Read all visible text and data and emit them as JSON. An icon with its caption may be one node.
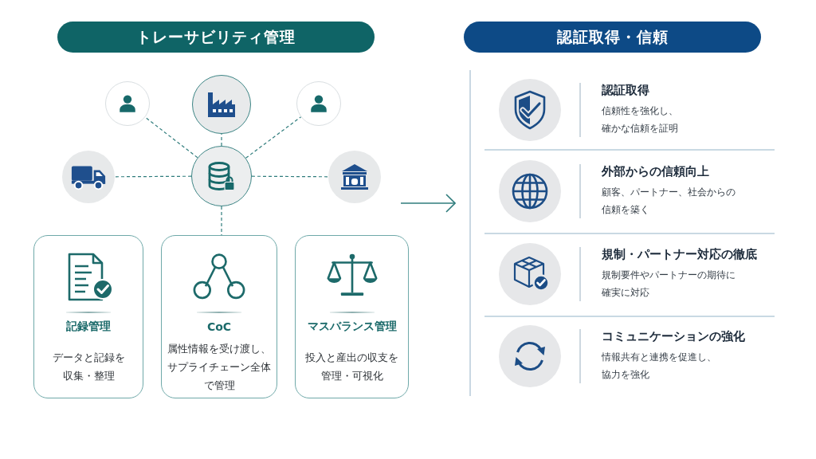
{
  "diagram": {
    "nodes": [
      {
        "text": [
          "トレーサビリティ管理"
        ]
      },
      {
        "text": [],
        "shape": "circle"
      },
      {
        "text": [],
        "shape": "circle"
      },
      {
        "text": [],
        "shape": "circle"
      },
      {
        "text": [],
        "shape": "circle"
      },
      {
        "text": [],
        "shape": "circle"
      },
      {
        "text": [],
        "shape": "circle"
      },
      {
        "text": [
          "記録管理",
          "データと記録を収集・整理"
        ]
      },
      {
        "text": [
          "CoC",
          "属性情報を受け渡し、サプライチェーン全体で管理"
        ]
      },
      {
        "text": [
          "マスバランス管理",
          "投入と産出の収支を管理・可視化"
        ]
      },
      {
        "text": [
          "認証取得・信頼"
        ]
      },
      {
        "text": [
          "認証取得",
          "信頼性を強化し、確かな信頼を証明"
        ],
        "in": 10
      },
      {
        "text": [
          "外部からの信頼向上",
          "顧客、パートナー、社会からの信頼を築く"
        ],
        "in": 10
      },
      {
        "text": [
          "規制・パートナー対応の徹底",
          "規制要件やパートナーの期待に確実に対応"
        ],
        "in": 10
      },
      {
        "text": [
          "コミュニケーションの強化",
          "情報共有と連携を促進し、協力を強化"
        ],
        "in": 10
      }
    ],
    "edges": [
      {
        "from": 5,
        "to": 1,
        "arrow": "none",
        "style": "dashed"
      },
      {
        "from": 5,
        "to": 2,
        "arrow": "none",
        "style": "dashed"
      },
      {
        "from": 5,
        "to": 3,
        "arrow": "none",
        "style": "dashed"
      },
      {
        "from": 5,
        "to": 4,
        "arrow": "none",
        "style": "dashed"
      },
      {
        "from": 5,
        "to": 6,
        "arrow": "none",
        "style": "dashed"
      },
      {
        "from": 5,
        "to": 8,
        "arrow": "none",
        "style": "dashed"
      },
      {
        "from": null,
        "to": 10,
        "arrow": "to"
      }
    ]
  }
}
